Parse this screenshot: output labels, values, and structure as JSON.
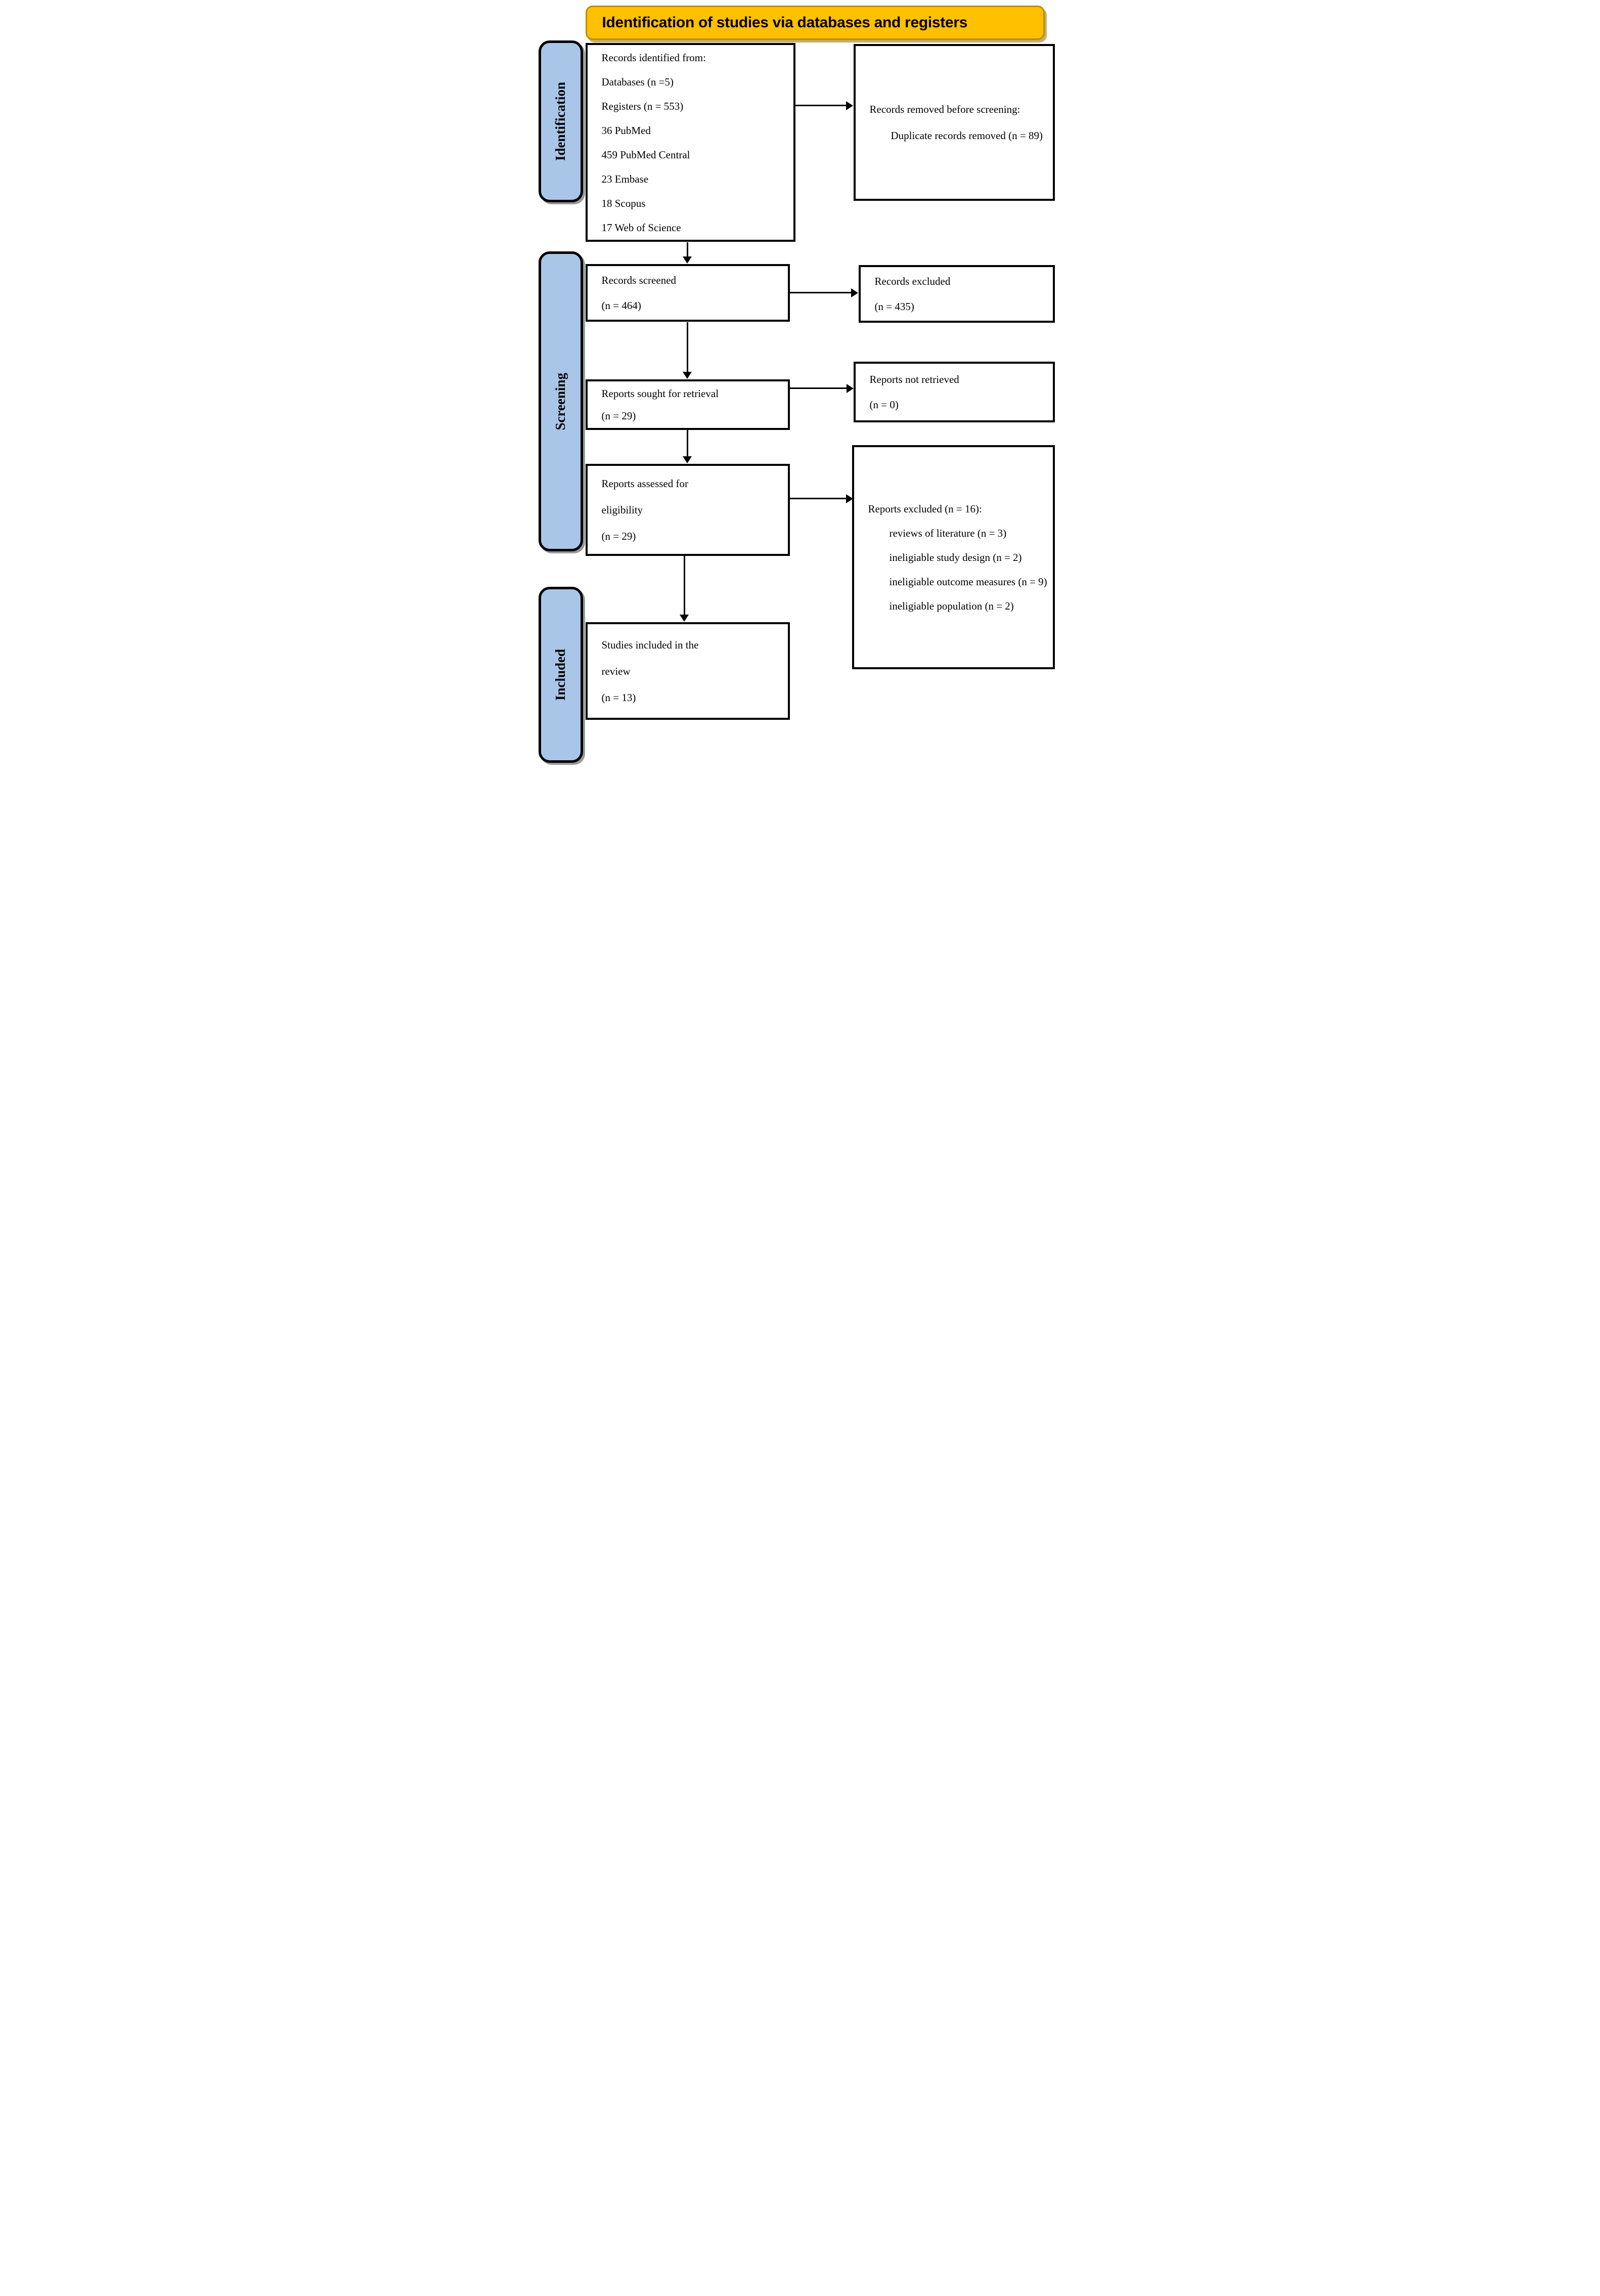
{
  "title": "Identification of studies via databases and registers",
  "colors": {
    "title_bg": "#FFC000",
    "title_border": "#BC8C00",
    "stage_bg": "#A9C6E8",
    "stage_border": "#000000",
    "box_border": "#000000",
    "text": "#000000"
  },
  "sidebar": {
    "identification": "Identification",
    "screening": "Screening",
    "included": "Included"
  },
  "boxes": {
    "identified": {
      "lines": [
        "Records identified from:",
        "Databases (n =5)",
        "Registers (n = 553)",
        "36 PubMed",
        "459 PubMed Central",
        "23 Embase",
        "18 Scopus",
        "17 Web of Science"
      ]
    },
    "removed": {
      "lines": [
        "Records removed before screening:",
        "Duplicate records removed (n = 89)"
      ]
    },
    "screened": {
      "lines": [
        "Records screened",
        "(n = 464)"
      ]
    },
    "records_excluded": {
      "lines": [
        "Records excluded",
        "(n = 435)"
      ]
    },
    "sought": {
      "lines": [
        "Reports sought for retrieval",
        "(n = 29)"
      ]
    },
    "not_retrieved": {
      "lines": [
        "Reports not retrieved",
        "(n = 0)"
      ]
    },
    "assessed": {
      "lines": [
        "Reports assessed for",
        "eligibility",
        "(n = 29)"
      ]
    },
    "reports_excluded": {
      "lines": [
        "Reports excluded (n = 16):",
        "reviews of literature (n = 3)",
        "ineligiable study design (n = 2)",
        "ineligiable outcome measures (n = 9)",
        "ineligiable population (n = 2)"
      ]
    },
    "included_studies": {
      "lines": [
        "Studies included in the",
        "review",
        "(n = 13)"
      ]
    }
  }
}
